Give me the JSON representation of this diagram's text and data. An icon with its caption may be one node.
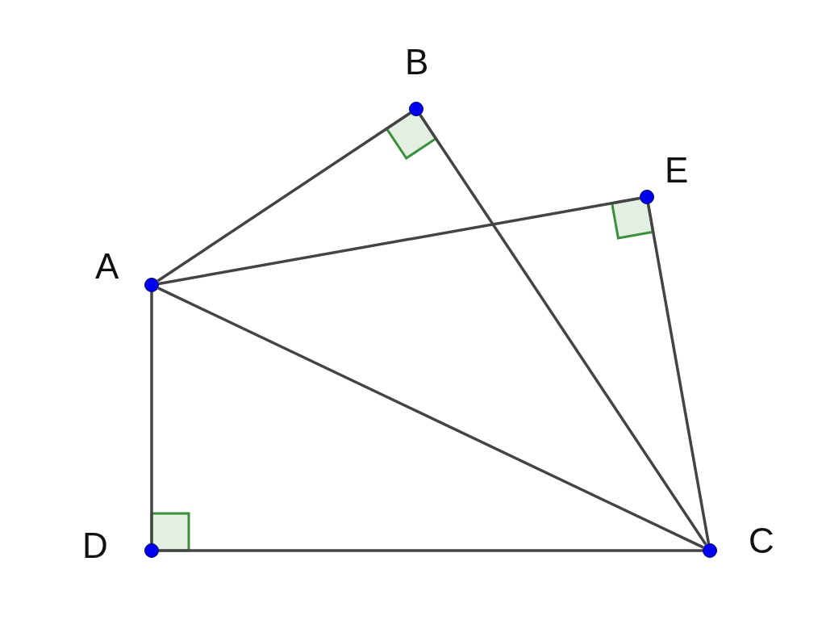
{
  "diagram": {
    "nodes": [
      {
        "text": [],
        "shape": "circle",
        "beside": [
          "B"
        ]
      },
      {
        "text": [],
        "shape": "circle",
        "beside": [
          "E"
        ]
      },
      {
        "text": [],
        "shape": "circle",
        "beside": [
          "A"
        ]
      },
      {
        "text": [],
        "shape": "circle",
        "beside": [
          "D"
        ]
      },
      {
        "text": [],
        "shape": "circle",
        "beside": [
          "C"
        ]
      }
    ],
    "edges": [
      {
        "from": 2,
        "to": 0,
        "arrow": "none"
      },
      {
        "from": 0,
        "to": 4,
        "arrow": "none"
      },
      {
        "from": 2,
        "to": 1,
        "arrow": "none"
      },
      {
        "from": 1,
        "to": 4,
        "arrow": "none"
      },
      {
        "from": 2,
        "to": 4,
        "arrow": "none"
      },
      {
        "from": 2,
        "to": 3,
        "arrow": "none"
      },
      {
        "from": 3,
        "to": 4,
        "arrow": "none"
      }
    ]
  }
}
